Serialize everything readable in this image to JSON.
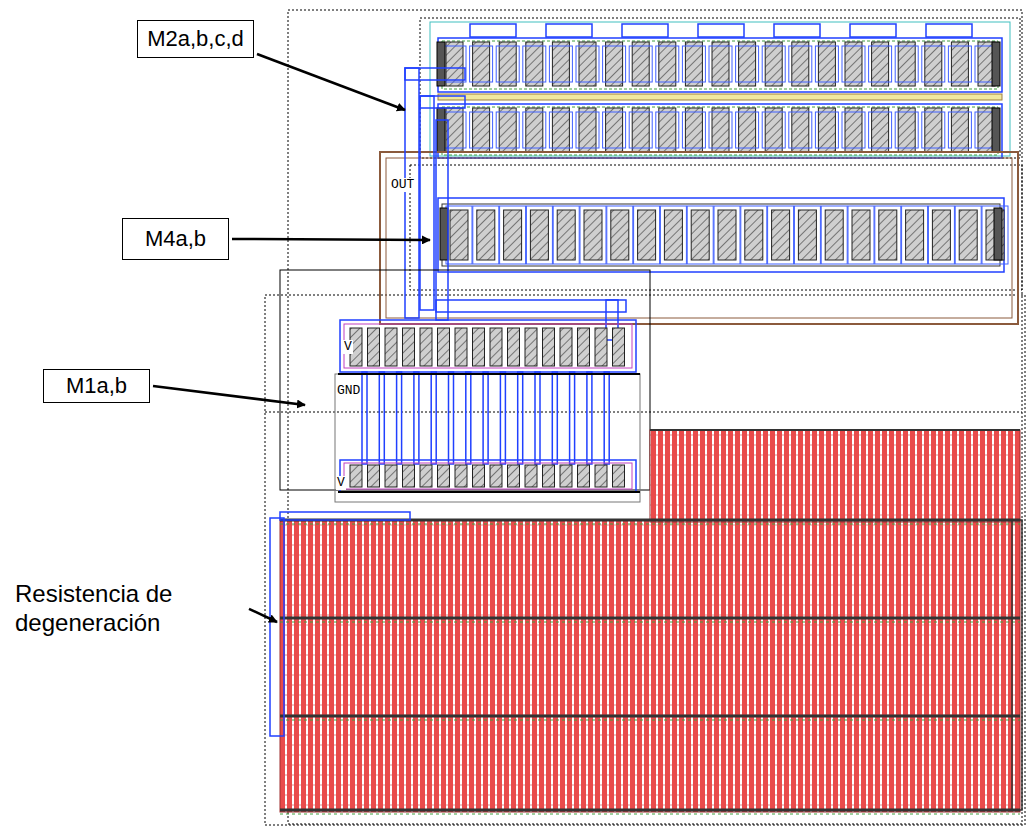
{
  "diagram": {
    "nodes": [
      {
        "text": [
          "M2a,b,c,d"
        ]
      },
      {
        "text": [
          "M4a,b"
        ]
      },
      {
        "text": [
          "M1a,b"
        ]
      }
    ],
    "labels": [
      "Resistencia de degeneración",
      "OUT",
      "V",
      "GND",
      "V"
    ]
  }
}
